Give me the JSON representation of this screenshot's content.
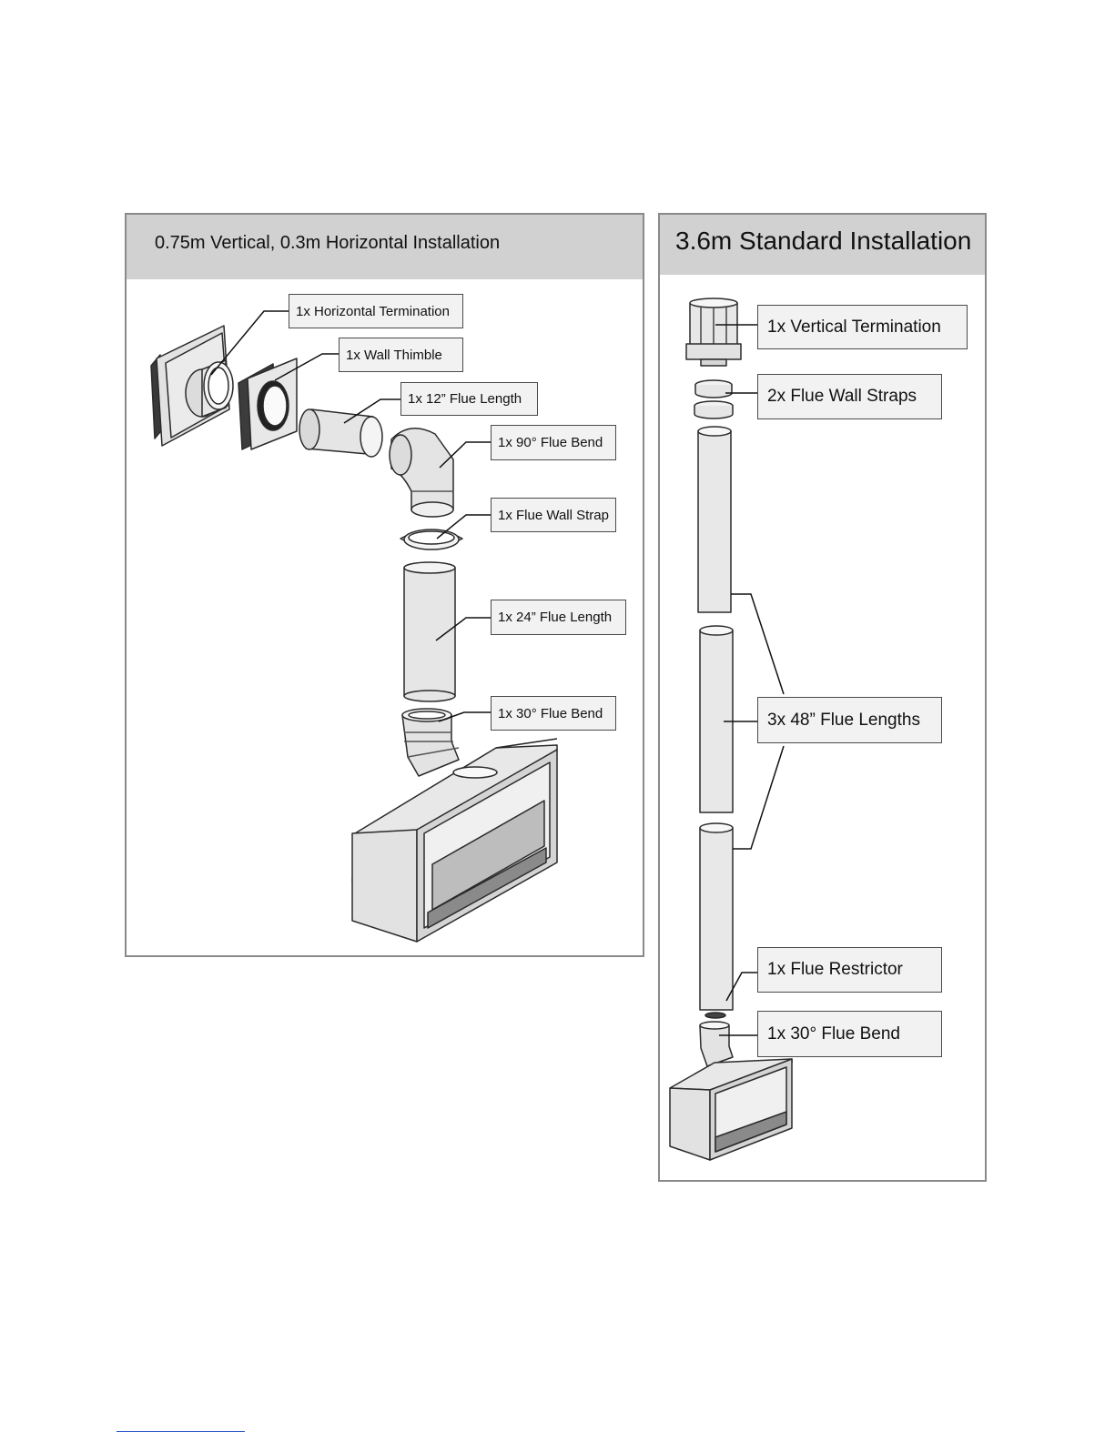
{
  "left_panel": {
    "title": "0.75m Vertical, 0.3m Horizontal Installation",
    "labels": {
      "horizontal_termination": "1x Horizontal Termination",
      "wall_thimble": "1x Wall Thimble",
      "flue_length_12": "1x 12” Flue Length",
      "flue_bend_90": "1x 90° Flue Bend",
      "flue_wall_strap": "1x Flue Wall Strap",
      "flue_length_24": "1x 24” Flue Length",
      "flue_bend_30": "1x 30° Flue Bend"
    }
  },
  "right_panel": {
    "title": "3.6m Standard Installation",
    "labels": {
      "vertical_termination": "1x Vertical Termination",
      "flue_wall_straps": "2x Flue Wall Straps",
      "flue_lengths_48": "3x 48” Flue Lengths",
      "flue_restrictor": "1x Flue Restrictor",
      "flue_bend_30": "1x 30° Flue Bend"
    }
  },
  "colors": {
    "header_bg": "#d1d1d1",
    "panel_border": "#8a8a8a",
    "callout_bg": "#f2f2f2",
    "line": "#111111"
  }
}
